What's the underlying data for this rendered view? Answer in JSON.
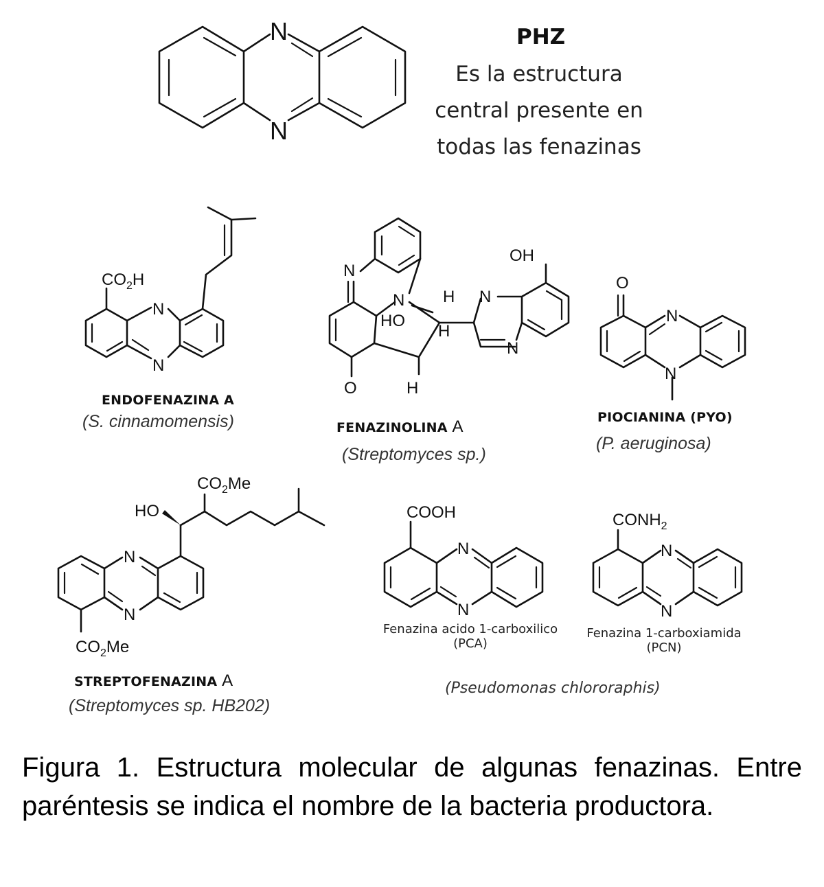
{
  "phz": {
    "title": "PHZ",
    "description": [
      "Es la estructura",
      "central presente en",
      "todas las fenazinas"
    ]
  },
  "atoms": {
    "n": "N",
    "o": "O",
    "h": "H",
    "oh": "OH",
    "ho": "HO",
    "co": "CO",
    "two": "2",
    "h_suffix": "H",
    "me_suffix": "Me",
    "cooh": "COOH",
    "conh": "CONH"
  },
  "compounds": {
    "endofenazina": {
      "name": "ENDOFENAZINA A",
      "organism": "(S. cinnamomensis)"
    },
    "fenazinolina": {
      "name": "FENAZINOLINA",
      "suffix": "A",
      "organism": "(Streptomyces sp.)"
    },
    "piocianina": {
      "name": "PIOCIANINA (PYO)",
      "organism": "(P. aeruginosa)"
    },
    "streptofenazina": {
      "name": "STREPTOFENAZINA",
      "suffix": "A",
      "organism": "(Streptomyces sp. HB202)"
    },
    "pca": {
      "name": "Fenazina acido 1-carboxilico",
      "abbr": "(PCA)"
    },
    "pcn": {
      "name": "Fenazina 1-carboxiamida",
      "abbr": "(PCN)"
    },
    "pseudomonas": {
      "organism": "(Pseudomonas chlororaphis)"
    }
  },
  "caption": "Figura 1. Estructura molecular de algunas fenazinas. Entre paréntesis se indica el nombre de la bacteria productora."
}
